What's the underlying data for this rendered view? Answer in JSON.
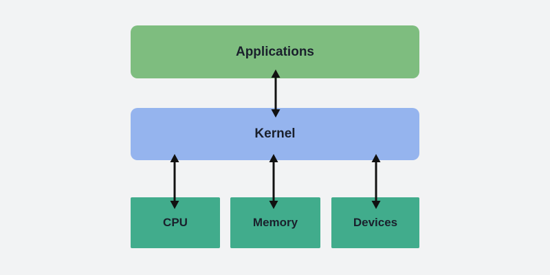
{
  "canvas": {
    "background_color": "#f2f3f4",
    "arrow_color": "#111111",
    "label_color": "#1a202c"
  },
  "nodes": {
    "applications": {
      "label": "Applications",
      "color": "#7ebd7f"
    },
    "kernel": {
      "label": "Kernel",
      "color": "#95b4ee"
    },
    "cpu": {
      "label": "CPU",
      "color": "#41ac8c"
    },
    "memory": {
      "label": "Memory",
      "color": "#41ac8c"
    },
    "devices": {
      "label": "Devices",
      "color": "#41ac8c"
    }
  },
  "edges": [
    {
      "from": "Applications",
      "to": "Kernel",
      "direction": "bidirectional"
    },
    {
      "from": "Kernel",
      "to": "CPU",
      "direction": "bidirectional"
    },
    {
      "from": "Kernel",
      "to": "Memory",
      "direction": "bidirectional"
    },
    {
      "from": "Kernel",
      "to": "Devices",
      "direction": "bidirectional"
    }
  ]
}
